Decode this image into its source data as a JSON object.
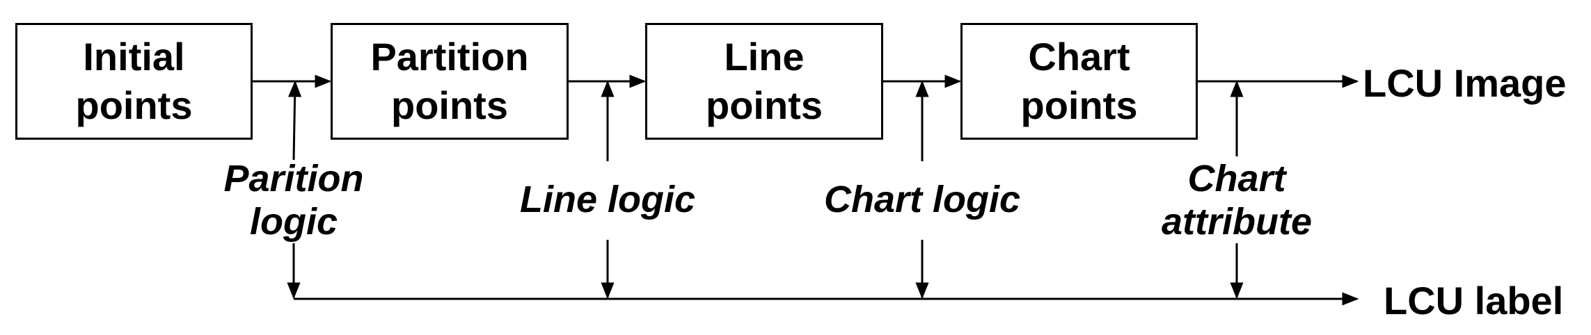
{
  "boxes": [
    {
      "line1": "Initial",
      "line2": "points"
    },
    {
      "line1": "Partition",
      "line2": "points"
    },
    {
      "line1": "Line",
      "line2": "points"
    },
    {
      "line1": "Chart",
      "line2": "points"
    }
  ],
  "logic_labels": [
    {
      "line1": "Parition",
      "line2": "logic"
    },
    {
      "line1": "Line logic",
      "line2": ""
    },
    {
      "line1": "Chart logic",
      "line2": ""
    },
    {
      "line1": "Chart",
      "line2": "attribute"
    }
  ],
  "outputs": {
    "image": "LCU Image",
    "label": "LCU label"
  }
}
